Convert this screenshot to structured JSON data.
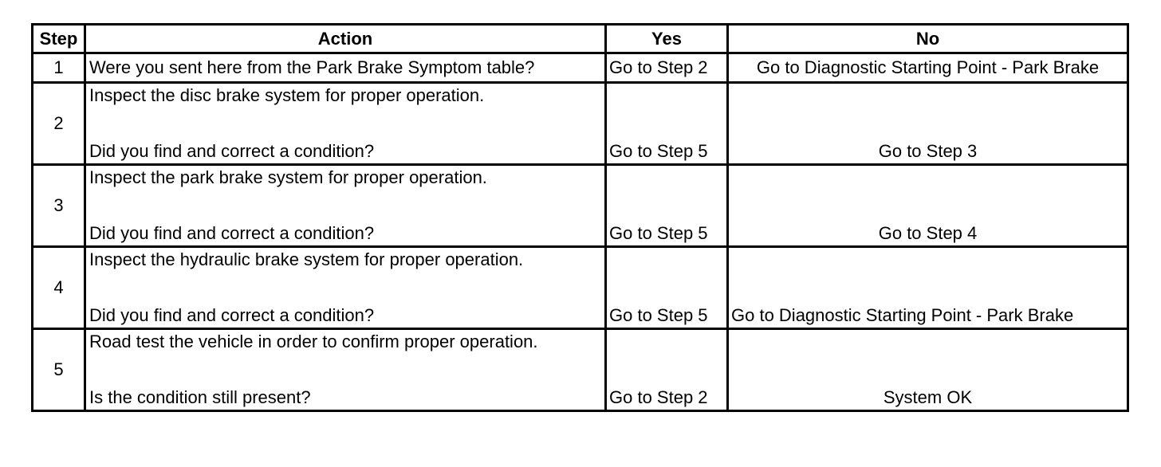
{
  "table": {
    "headers": {
      "step": "Step",
      "action": "Action",
      "yes": "Yes",
      "no": "No"
    },
    "rows": [
      {
        "step": "1",
        "action_line1": "Were you sent here from the Park Brake Symptom table?",
        "action_line2": "",
        "yes": "Go to Step 2",
        "no": "Go to Diagnostic Starting Point - Park Brake"
      },
      {
        "step": "2",
        "action_line1": "Inspect the disc brake system for proper operation.",
        "action_line2": "Did you find and correct a condition?",
        "yes": "Go to Step 5",
        "no": "Go to Step 3"
      },
      {
        "step": "3",
        "action_line1": "Inspect the park brake system for proper operation.",
        "action_line2": "Did you find and correct a condition?",
        "yes": "Go to Step 5",
        "no": "Go to Step 4"
      },
      {
        "step": "4",
        "action_line1": "Inspect the hydraulic brake system for proper operation.",
        "action_line2": "Did you find and correct a condition?",
        "yes": "Go to Step 5",
        "no": "Go to Diagnostic Starting Point - Park Brake"
      },
      {
        "step": "5",
        "action_line1": "Road test the vehicle in order to confirm proper operation.",
        "action_line2": "Is the condition still present?",
        "yes": "Go to Step 2",
        "no": "System OK"
      }
    ]
  }
}
